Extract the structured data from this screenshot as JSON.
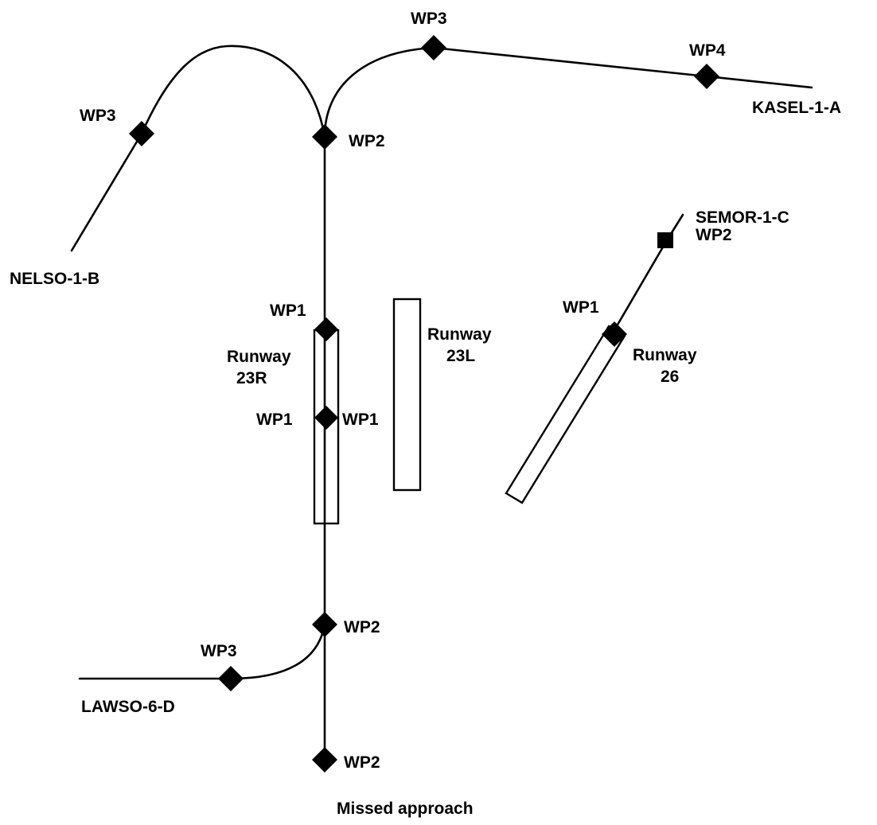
{
  "procedures": {
    "kasel": "KASEL-1-A",
    "nelso": "NELSO-1-B",
    "semor": "SEMOR-1-C",
    "lawso": "LAWSO-6-D",
    "missed": "Missed approach"
  },
  "runways": {
    "r23r": {
      "line1": "Runway",
      "line2": "23R"
    },
    "r23l": {
      "line1": "Runway",
      "line2": "23L"
    },
    "r26": {
      "line1": "Runway",
      "line2": "26"
    }
  },
  "waypoints": {
    "kasel_wp4": "WP4",
    "kasel_wp3": "WP3",
    "nelso_wp3": "WP3",
    "north_wp2": "WP2",
    "r23r_wp1_top": "WP1",
    "r23r_wp1_left": "WP1",
    "r23r_wp1_right": "WP1",
    "semor_wp2": "WP2",
    "r26_wp1": "WP1",
    "south_wp2": "WP2",
    "lawso_wp3": "WP3",
    "missed_wp2": "WP2"
  }
}
